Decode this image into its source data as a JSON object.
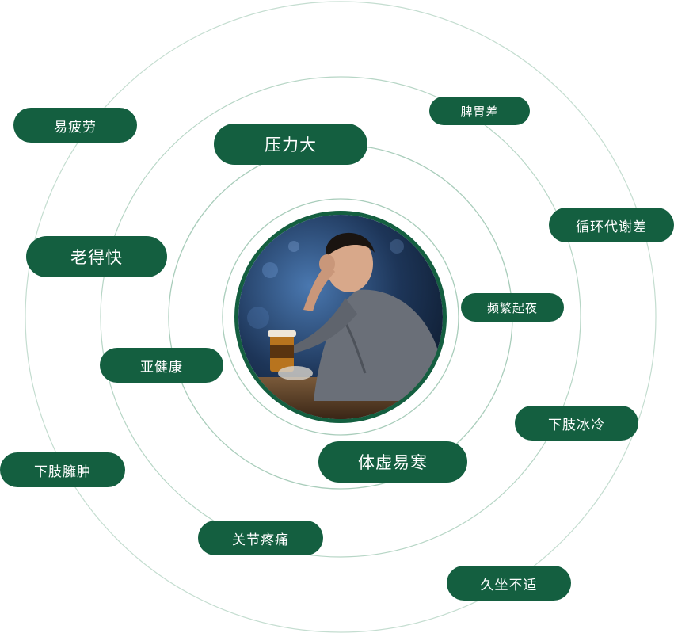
{
  "colors": {
    "pill_bg": "#145f40",
    "pill_text": "#ffffff",
    "ring_stroke": "#a9cdbb"
  },
  "center_image": {
    "icon": "stressed-man-portrait-icon"
  },
  "symptoms": [
    "易疲劳",
    "压力大",
    "脾胃差",
    "循环代谢差",
    "老得快",
    "频繁起夜",
    "亚健康",
    "下肢冰冷",
    "体虚易寒",
    "下肢臃肿",
    "关节疼痛",
    "久坐不适"
  ]
}
